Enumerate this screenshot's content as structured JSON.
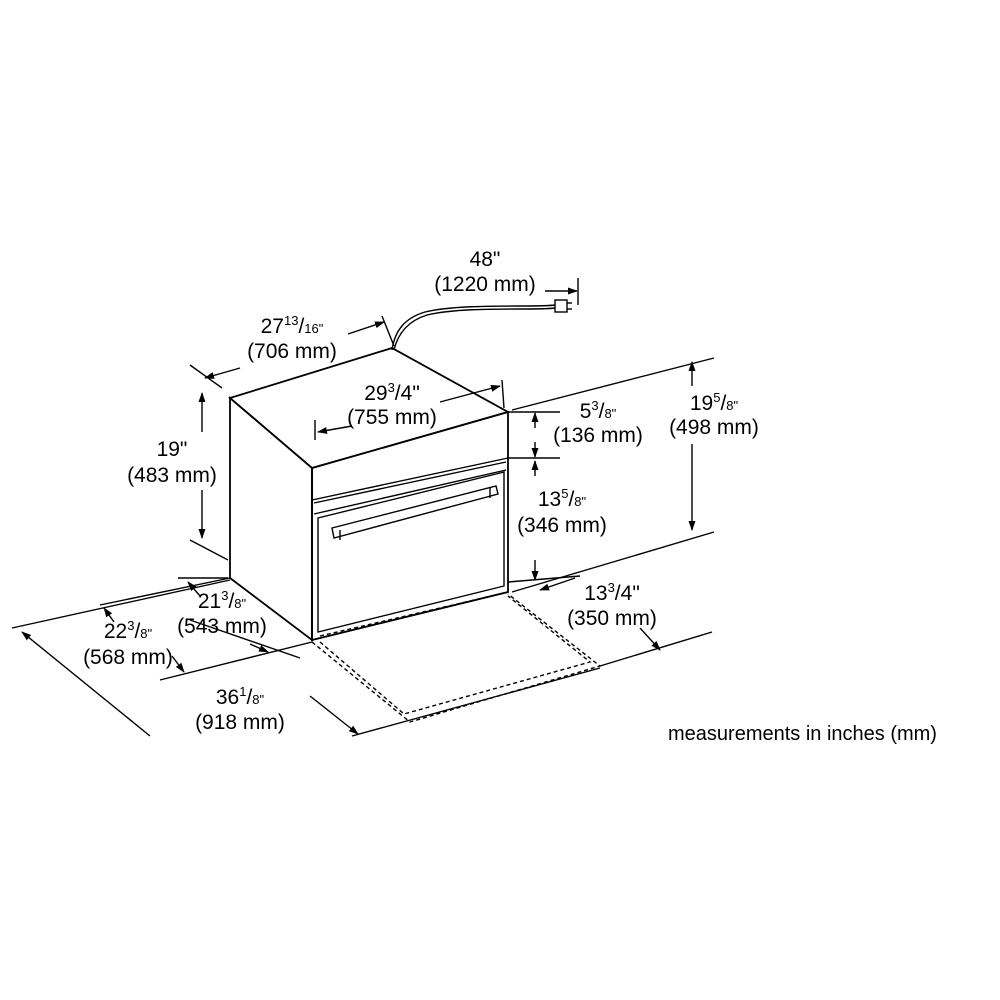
{
  "dimensions": {
    "cord_length": {
      "inches": "48\"",
      "mm": "(1220 mm)"
    },
    "depth_side": {
      "whole": "27",
      "num": "13",
      "den": "16\"",
      "mm": "(706 mm)"
    },
    "front_width": {
      "whole": "29",
      "num": "3",
      "den": "4\"",
      "mm": "(755 mm)"
    },
    "total_height": {
      "inches": "19\"",
      "mm": "(483 mm)"
    },
    "top_panel": {
      "whole": "5",
      "num": "3",
      "den": "8\"",
      "mm": "(136 mm)"
    },
    "door_height": {
      "whole": "13",
      "num": "5",
      "den": "8\"",
      "mm": "(346 mm)"
    },
    "cutout_height": {
      "whole": "19",
      "num": "5",
      "den": "8\"",
      "mm": "(498 mm)"
    },
    "depth_inner": {
      "whole": "21",
      "num": "3",
      "den": "8\"",
      "mm": "(543 mm)"
    },
    "depth_outer": {
      "whole": "22",
      "num": "3",
      "den": "8\"",
      "mm": "(568 mm)"
    },
    "open_clearance": {
      "whole": "13",
      "num": "3",
      "den": "4\"",
      "mm": "(350 mm)"
    },
    "open_depth": {
      "whole": "36",
      "num": "1",
      "den": "8\"",
      "mm": "(918 mm)"
    }
  },
  "note": "measurements in inches (mm)"
}
